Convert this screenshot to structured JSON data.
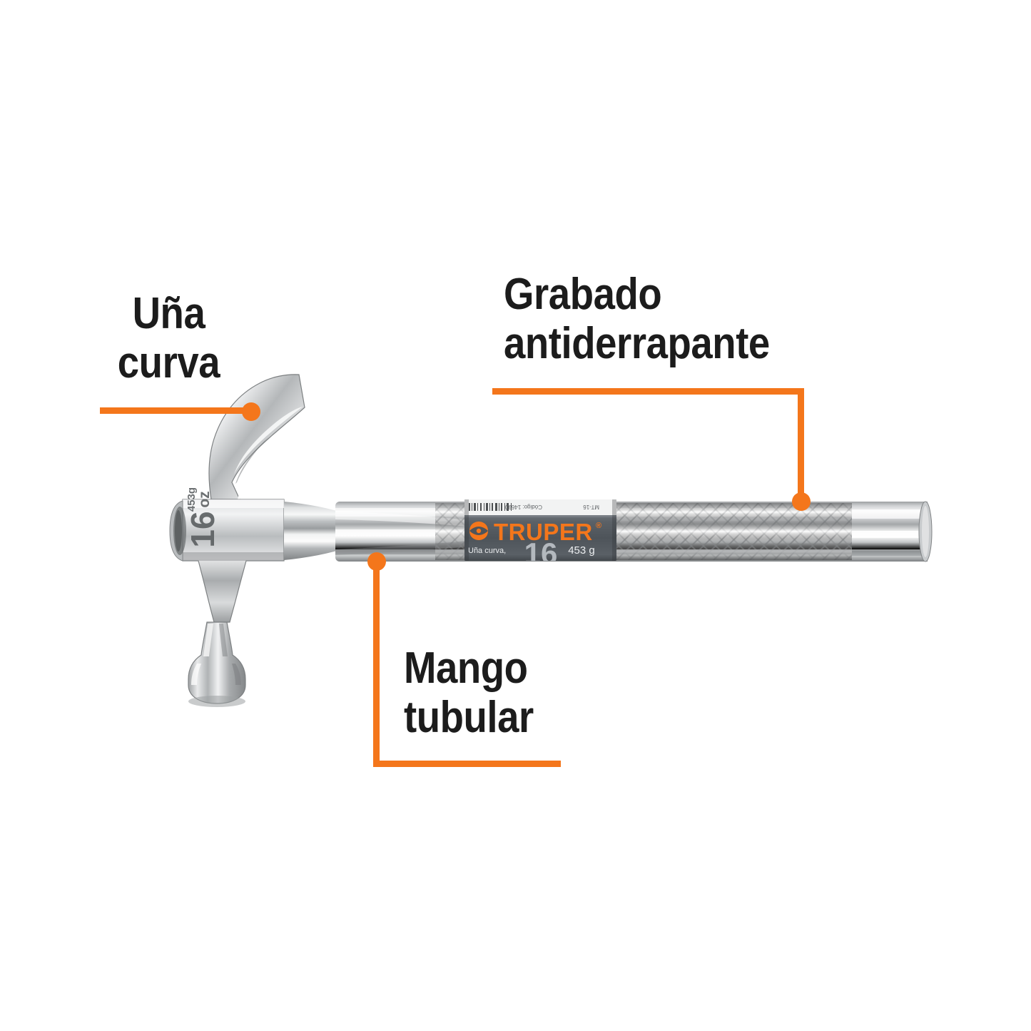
{
  "image": {
    "type": "product-annotation",
    "background": "#ffffff",
    "accent_color": "#F4761B",
    "text_color": "#1c1c1c",
    "product": "Martillo uña curva mango tubular"
  },
  "callouts": [
    {
      "id": "una-curva",
      "text": "Uña\ncurva",
      "leader": "horizontal-right-to-dot",
      "target": "claw"
    },
    {
      "id": "grabado-antiderrapante",
      "text": "Grabado\nantiderrapante",
      "leader": "horizontal-then-down-to-dot",
      "target": "handle-grip"
    },
    {
      "id": "mango-tubular",
      "text": "Mango\ntubular",
      "leader": "dot-then-down-then-right",
      "target": "tubular-handle"
    }
  ],
  "head_markings": {
    "size": "16",
    "unit": "oz",
    "weight": "453g"
  },
  "handle_label": {
    "brand": "TRUPER",
    "brand_mark": "®",
    "description": "Uña curva,",
    "size": "16",
    "weight": "453 g",
    "code": "Código: 14690",
    "model": "MT-16",
    "barcode": "barcode-icon"
  }
}
